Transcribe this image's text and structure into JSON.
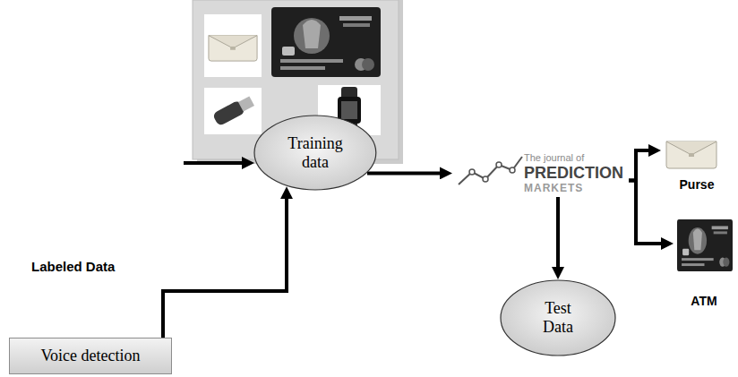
{
  "diagram": {
    "nodes": [
      {
        "text": [
          "Training data"
        ]
      },
      {
        "text": [
          "Voice detection"
        ]
      },
      {
        "text": [
          "The journal of",
          "PREDICTION",
          "MARKETS"
        ]
      },
      {
        "text": [
          "Purse"
        ]
      },
      {
        "text": [
          "ATM"
        ]
      },
      {
        "text": [
          "Test Data"
        ]
      }
    ],
    "edges": [
      {
        "from": 1,
        "to": 0,
        "arrow": "to"
      },
      {
        "from": 0,
        "to": 2,
        "arrow": "to"
      },
      {
        "from": 2,
        "to": 3,
        "arrow": "to"
      },
      {
        "from": 2,
        "to": 4,
        "arrow": "to"
      },
      {
        "from": 2,
        "to": 5,
        "arrow": "to"
      }
    ],
    "labels": [
      "Labeled Data"
    ]
  }
}
